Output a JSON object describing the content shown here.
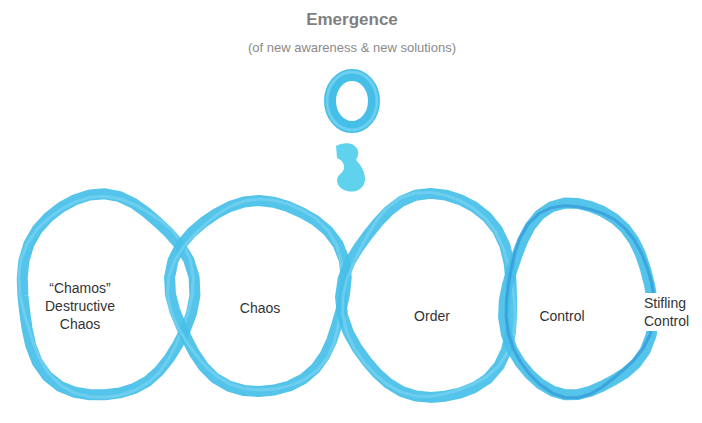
{
  "diagram": {
    "title": "Emergence",
    "nodes": [
      {
        "text": [
          "“Chamos” Destructive Chaos"
        ]
      },
      {
        "text": [
          "Chaos"
        ]
      },
      {
        "text": [
          "Order"
        ]
      },
      {
        "text": [
          "Control",
          "Stifling Control"
        ]
      }
    ],
    "labels": [
      "(of new awareness & new solutions)"
    ]
  }
}
